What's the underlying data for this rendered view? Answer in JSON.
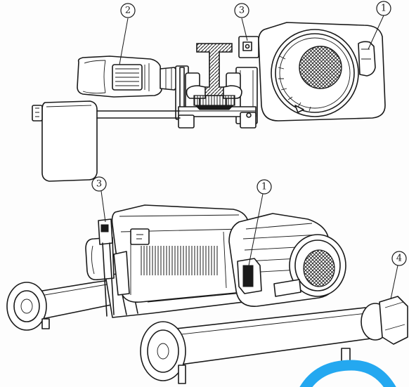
{
  "callouts": {
    "top_1": "1",
    "top_2": "2",
    "top_3": "3",
    "bottom_1": "1",
    "bottom_3": "3",
    "bottom_4": "4"
  },
  "colors": {
    "ink": "#1a1a1a",
    "paper": "#fdfdfd",
    "corner_mark": "#24a8f0"
  }
}
